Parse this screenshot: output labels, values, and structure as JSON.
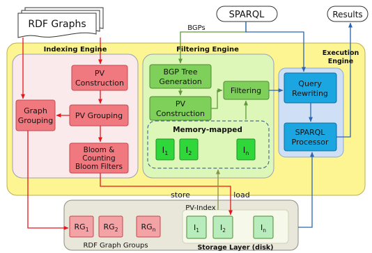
{
  "inputs": {
    "rdf_graphs": "RDF Graphs",
    "sparql": "SPARQL",
    "results": "Results"
  },
  "edge_labels": {
    "bgps": "BGPs",
    "store": "store",
    "load": "load"
  },
  "indexing": {
    "title": "Indexing Engine",
    "pv_construction": [
      "PV",
      "Construction"
    ],
    "pv_grouping": "PV Grouping",
    "bloom": [
      "Bloom &",
      "Counting",
      "Bloom Filters"
    ],
    "graph_grouping": [
      "Graph",
      "Grouping"
    ]
  },
  "filtering": {
    "title": "Filtering Engine",
    "bgp_tree": [
      "BGP Tree",
      "Generation"
    ],
    "pv_construction": [
      "PV",
      "Construction"
    ],
    "filtering": "Filtering",
    "memory_mapped": "Memory-mapped",
    "mem_items": [
      {
        "base": "I",
        "sub": "1"
      },
      {
        "base": "I",
        "sub": "2"
      },
      {
        "base": "I",
        "sub": "n"
      }
    ]
  },
  "execution": {
    "title": [
      "Execution",
      "Engine"
    ],
    "query_rewriting": [
      "Query",
      "Rewriting"
    ],
    "sparql_processor": [
      "SPARQL",
      "Processor"
    ]
  },
  "storage": {
    "layer_label": "Storage Layer (disk)",
    "pv_index": "PV-Index",
    "rdf_graph_groups": "RDF Graph Groups",
    "rg_items": [
      {
        "base": "RG",
        "sub": "1"
      },
      {
        "base": "RG",
        "sub": "2"
      },
      {
        "base": "RG",
        "sub": "n"
      }
    ],
    "pv_items": [
      {
        "base": "I",
        "sub": "1"
      },
      {
        "base": "I",
        "sub": "2"
      },
      {
        "base": "I",
        "sub": "n"
      }
    ]
  },
  "colors": {
    "main_panel": "#fdf591",
    "indexing_panel": "#fbeaec",
    "red_box": "#f0797f",
    "red_arrow": "#e8141b",
    "filtering_panel": "#ddf7b8",
    "green_box": "#7fd05a",
    "green_item": "#2fd73a",
    "blue_panel": "#cfe0f6",
    "blue_box": "#1ba6e2",
    "blue_arrow": "#2a64b2",
    "storage_panel": "#e9e7d9"
  }
}
